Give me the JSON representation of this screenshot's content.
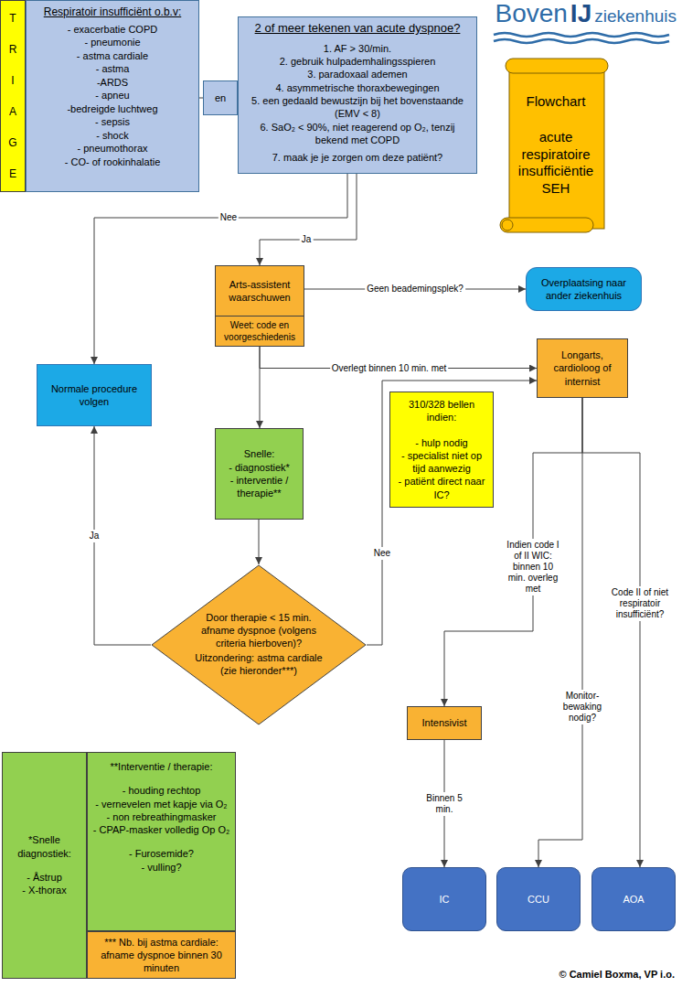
{
  "diagram": {
    "nodes": [
      {
        "text": [
          "TRIAGE"
        ]
      },
      {
        "text": [
          "Respiratoir insufficiënt o.b.v:",
          "- exacerbatie COPD",
          "- pneumonie",
          "- astma cardiale",
          "- astma",
          "-ARDS",
          "- apneu",
          "-bedreigde luchtweg",
          "- sepsis",
          "- shock",
          "- pneumothorax",
          "- CO- of rookinhalatie"
        ]
      },
      {
        "text": [
          "en"
        ]
      },
      {
        "text": [
          "2 of meer tekenen van acute dyspnoe?",
          "1. AF > 30/min.",
          "2. gebruik hulpademhalingsspieren",
          "3. paradoxaal ademen",
          "4. asymmetrische thoraxbewegingen",
          "5. een gedaald bewustzijn bij het bovenstaande (EMV < 8)",
          "6. SaO₂ < 90%, niet reagerend op O₂, tenzij bekend met COPD",
          "7. maak je je zorgen om deze patiënt?"
        ]
      },
      {
        "text": [
          "Flowchart",
          "acute respiratoire insufficiëntie SEH"
        ]
      },
      {
        "text": [
          "Arts-assistent waarschuwen",
          "Weet: code en voorgeschiedenis"
        ]
      },
      {
        "text": [
          "Overplaatsing naar ander ziekenhuis"
        ]
      },
      {
        "text": [
          "Normale procedure volgen"
        ]
      },
      {
        "text": [
          "Longarts, cardioloog of internist"
        ]
      },
      {
        "text": [
          "310/328 bellen indien:",
          "- hulp nodig",
          "- specialist niet op tijd aanwezig",
          "- patiënt direct naar IC?"
        ]
      },
      {
        "text": [
          "Snelle:",
          "- diagnostiek*",
          "- interventie / therapie**"
        ]
      },
      {
        "text": [
          "Door therapie < 15 min. afname dyspnoe (volgens criteria hierboven)?",
          "Uitzondering: astma cardiale (zie hieronder***)"
        ]
      },
      {
        "text": [
          "Intensivist"
        ]
      },
      {
        "text": [
          "*Snelle diagnostiek:",
          "- Åstrup",
          "- X-thorax"
        ]
      },
      {
        "text": [
          "**Interventie / therapie:",
          "- houding rechtop",
          "- vernevelen met kapje via O₂",
          "- non rebreathingmasker",
          "- CPAP-masker volledig Op O₂",
          "- Furosemide?",
          "- vulling?"
        ]
      },
      {
        "text": [
          "*** Nb. bij astma cardiale: afname dyspnoe binnen 30 minuten"
        ]
      },
      {
        "text": [
          "IC"
        ]
      },
      {
        "text": [
          "CCU"
        ]
      },
      {
        "text": [
          "AOA"
        ]
      }
    ],
    "edges": [
      {
        "from": 1,
        "to": 2,
        "arrow": "none"
      },
      {
        "from": 2,
        "to": 3,
        "arrow": "none"
      },
      {
        "from": 3,
        "to": 7,
        "label": "Nee",
        "arrow": "to"
      },
      {
        "from": 3,
        "to": 5,
        "label": "Ja",
        "arrow": "to"
      },
      {
        "from": 5,
        "to": 6,
        "label": "Geen beademingsplek?",
        "arrow": "to"
      },
      {
        "from": 5,
        "to": 8,
        "label": "Overlegt binnen 10 min. met",
        "arrow": "to"
      },
      {
        "from": 5,
        "to": 10,
        "arrow": "to"
      },
      {
        "from": 10,
        "to": 11,
        "arrow": "to"
      },
      {
        "from": 11,
        "to": 7,
        "label": "Ja",
        "arrow": "to"
      },
      {
        "from": 11,
        "to": 8,
        "label": "Nee",
        "arrow": "to"
      },
      {
        "from": 8,
        "to": 12,
        "label": "Indien code I of II WIC: binnen 10 min. overleg met",
        "arrow": "to"
      },
      {
        "from": 8,
        "to": 17,
        "label": "Monitor-bewaking nodig?",
        "arrow": "to"
      },
      {
        "from": 8,
        "to": 18,
        "label": "Code II of niet respiratoir insufficiënt?",
        "arrow": "to"
      },
      {
        "from": 12,
        "to": 16,
        "label": "Binnen 5 min.",
        "arrow": "to"
      }
    ],
    "labels": [
      "Boven",
      "IJ",
      "ziekenhuis",
      "© Camiel Boxma, VP i.o."
    ]
  }
}
